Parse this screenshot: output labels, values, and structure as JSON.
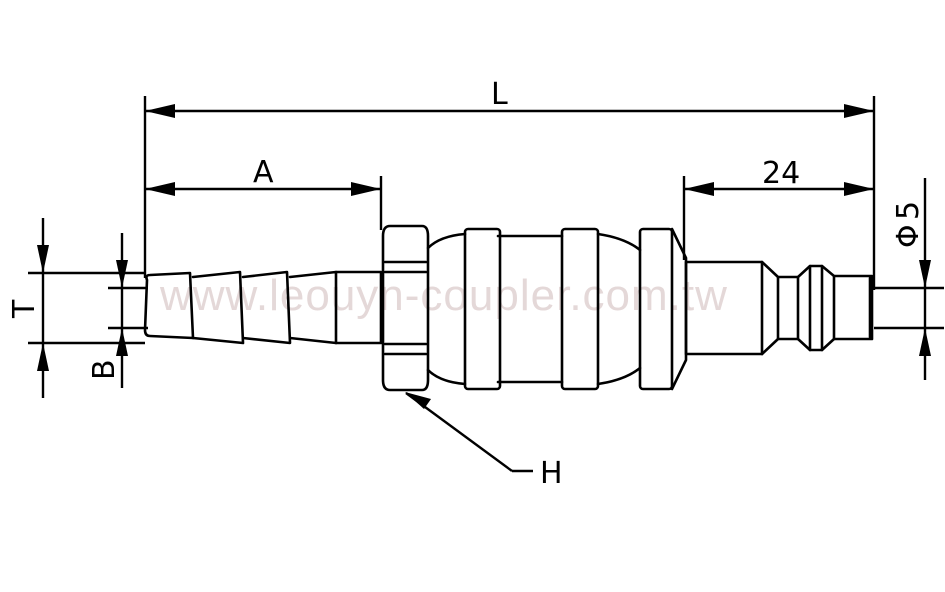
{
  "drawing": {
    "subject": "hose barb quick coupler plug - dimensioned side view",
    "watermark": "www.leouyn-coupler.com.tw",
    "colors": {
      "line": "#000000",
      "background": "#ffffff",
      "watermark": "#e4d8d8"
    },
    "dimensions": {
      "overall_length": {
        "label": "L"
      },
      "barb_length": {
        "label": "A"
      },
      "plug_length": {
        "label": "24"
      },
      "plug_diameter": {
        "symbol": "Φ",
        "value": "5"
      },
      "barb_outer": {
        "label": "T"
      },
      "barb_inner": {
        "label": "B"
      },
      "hex": {
        "label": "H"
      }
    }
  }
}
